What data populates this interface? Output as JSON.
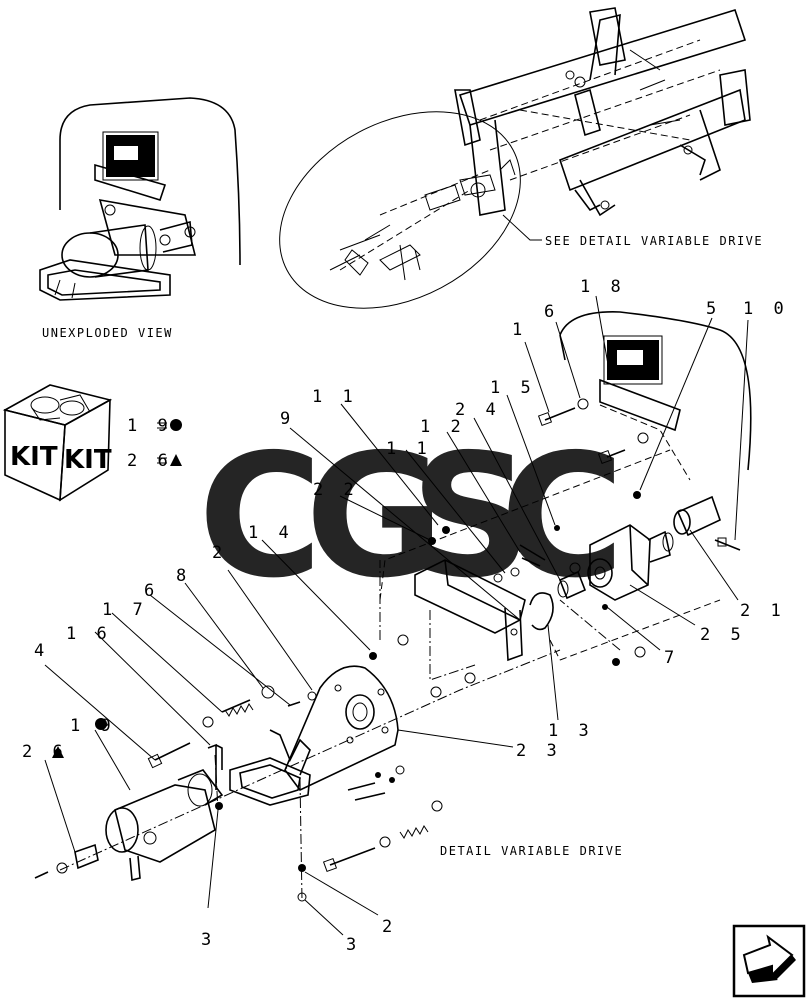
{
  "captions": {
    "unexploded": "UNEXPLODED VIEW",
    "see_detail": "SEE DETAIL  VARIABLE DRIVE",
    "detail": "DETAIL  VARIABLE DRIVE"
  },
  "kit": {
    "label_left": "KIT",
    "label_right": "KIT",
    "legend": [
      {
        "ref": "1 9",
        "symbol": "circle"
      },
      {
        "ref": "2 6",
        "symbol": "triangle"
      }
    ]
  },
  "callouts": {
    "c1": "1",
    "c18": "1 8",
    "c5": "5",
    "c10": "1 0",
    "c6a": "6",
    "c15": "1 5",
    "c24": "2 4",
    "c12": "1 2",
    "c11a": "1 1",
    "c11b": "1 1",
    "c9": "9",
    "c22": "2 2",
    "c14": "1 4",
    "c2a": "2",
    "c8": "8",
    "c6b": "6",
    "c17": "1 7",
    "c16": "1 6",
    "c4": "4",
    "c19": "1 9",
    "c26": "2 6",
    "c3a": "3",
    "c3b": "3",
    "c2b": "2",
    "c23": "2 3",
    "c13": "1 3",
    "c7": "7",
    "c25": "2 5",
    "c21": "2 1"
  },
  "watermark": {
    "letters": [
      "C",
      "G",
      "S",
      "C"
    ],
    "colors": [
      "#6ea5f5",
      "#f07a7a",
      "#f5d35a",
      "#4fbf8a"
    ]
  },
  "nav_icon": "next-arrow-icon"
}
